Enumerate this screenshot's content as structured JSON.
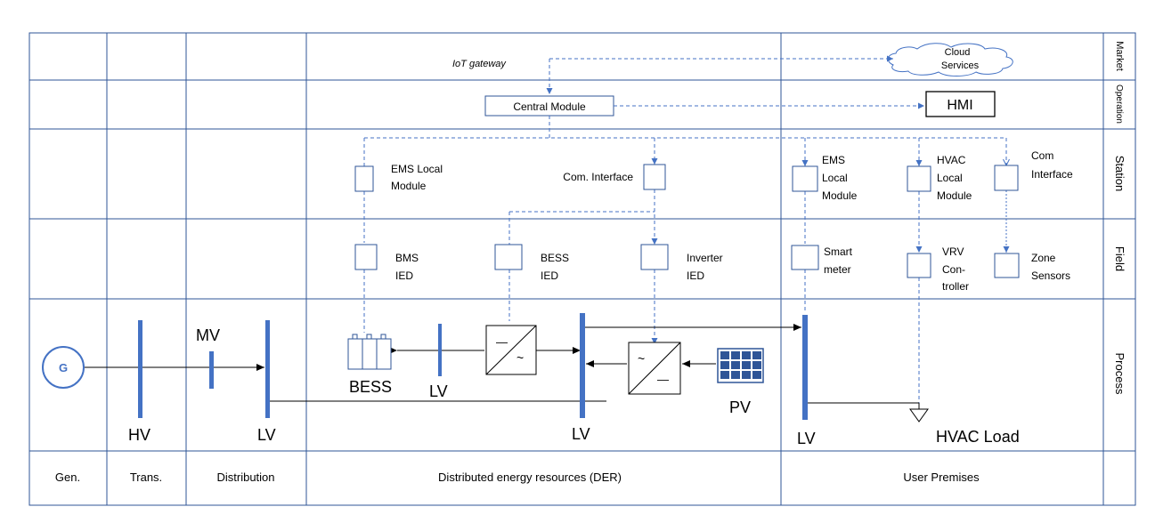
{
  "colors": {
    "grid": "#2f5597",
    "accent": "#4472c4",
    "line": "#000000"
  },
  "zones": [
    "Market",
    "Operation",
    "Station",
    "Field",
    "Process"
  ],
  "domains": [
    "Gen.",
    "Trans.",
    "Distribution",
    "Distributed energy resources (DER)",
    "User Premises"
  ],
  "top": {
    "iot_gateway": "IoT gateway",
    "cloud_l1": "Cloud",
    "cloud_l2": "Services",
    "central_module": "Central Module",
    "hmi": "HMI"
  },
  "station": {
    "ems_local_l1": "EMS Local",
    "ems_local_l2": "Module",
    "com_interface": "Com. Interface",
    "ems_up_l1": "EMS",
    "ems_up_l2": "Local",
    "ems_up_l3": "Module",
    "hvac_l1": "HVAC",
    "hvac_l2": "Local",
    "hvac_l3": "Module",
    "com_l1": "Com",
    "com_l2": "Interface"
  },
  "field": {
    "bms_l1": "BMS",
    "bms_l2": "IED",
    "bess_l1": "BESS",
    "bess_l2": "IED",
    "inv_l1": "Inverter",
    "inv_l2": "IED",
    "smart_l1": "Smart",
    "smart_l2": "meter",
    "vrv_l1": "VRV",
    "vrv_l2": "Con-",
    "vrv_l3": "troller",
    "zone_l1": "Zone",
    "zone_l2": "Sensors"
  },
  "process": {
    "generator": "G",
    "hv": "HV",
    "mv": "MV",
    "lv_dist": "LV",
    "bess": "BESS",
    "lv_bess": "LV",
    "lv_der": "LV",
    "pv": "PV",
    "lv_user": "LV",
    "hvac_load": "HVAC Load",
    "conv_dc": "—",
    "conv_ac": "~"
  }
}
